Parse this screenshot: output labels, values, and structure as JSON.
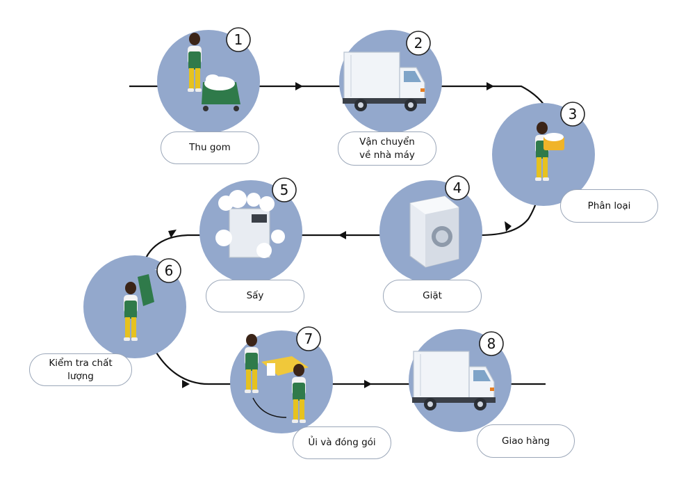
{
  "colors": {
    "circle": "#93a8cc",
    "line": "#111111",
    "label_border": "#9aa6b8",
    "worker_apron": "#2f7a4a",
    "worker_pants": "#e6c21f",
    "truck_body": "#f1f4f8"
  },
  "steps": [
    {
      "number": "1",
      "label_lines": [
        "Thu gom"
      ],
      "icon": "laundry-cart-worker-icon"
    },
    {
      "number": "2",
      "label_lines": [
        "Vận chuyển",
        "về nhà máy"
      ],
      "icon": "delivery-truck-icon"
    },
    {
      "number": "3",
      "label_lines": [
        "Phân loại"
      ],
      "icon": "worker-with-basket-icon"
    },
    {
      "number": "4",
      "label_lines": [
        "Giặt"
      ],
      "icon": "washing-machine-icon"
    },
    {
      "number": "5",
      "label_lines": [
        "Sấy"
      ],
      "icon": "steam-dryer-icon"
    },
    {
      "number": "6",
      "label_lines": [
        "Kiểm tra chất lượng"
      ],
      "icon": "worker-inspecting-garment-icon"
    },
    {
      "number": "7",
      "label_lines": [
        "Ủi và đóng gói"
      ],
      "icon": "ironing-and-packing-icon"
    },
    {
      "number": "8",
      "label_lines": [
        "Giao hàng"
      ],
      "icon": "delivery-truck-icon"
    }
  ]
}
